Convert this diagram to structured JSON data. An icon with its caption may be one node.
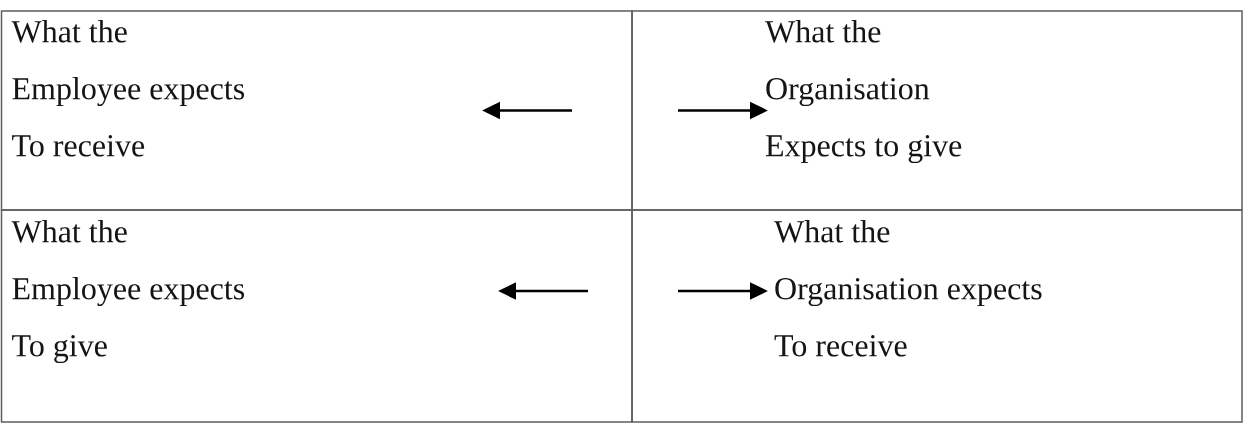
{
  "diagram": {
    "nodes": [
      {
        "text": [
          "What the Employee expects To receive"
        ]
      },
      {
        "text": [
          "What the Organisation Expects to give"
        ]
      },
      {
        "text": [
          "What the Employee expects To give"
        ]
      },
      {
        "text": [
          "What the Organisation expects To receive"
        ]
      }
    ],
    "edges": [
      {
        "from": 0,
        "to": null,
        "arrow": "to"
      },
      {
        "from": 1,
        "to": null,
        "arrow": "to"
      },
      {
        "from": 2,
        "to": null,
        "arrow": "to"
      },
      {
        "from": 3,
        "to": null,
        "arrow": "to"
      }
    ]
  }
}
